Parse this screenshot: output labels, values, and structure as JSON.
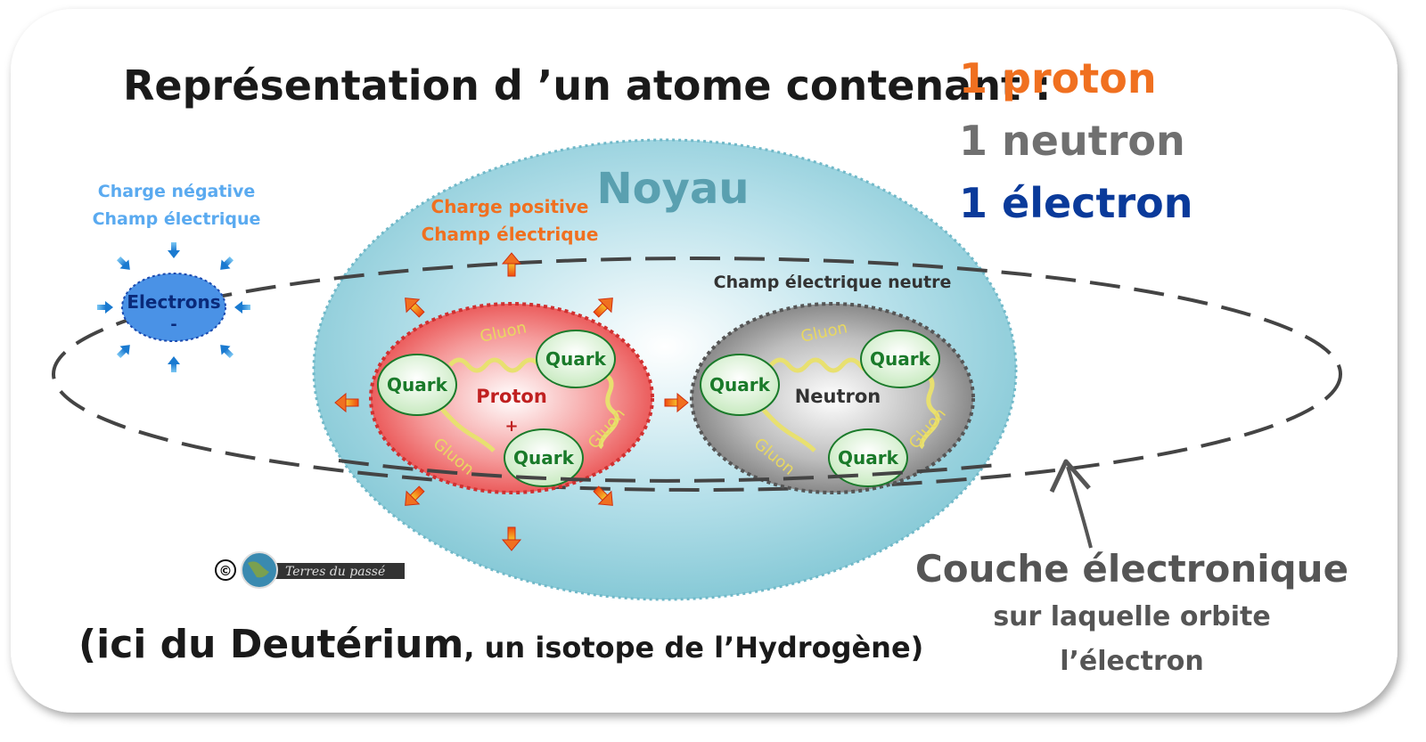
{
  "title": "Représentation d ’un atome contenant :",
  "counts": {
    "proton": "1 proton",
    "neutron": "1 neutron",
    "electron": "1 électron"
  },
  "nucleus": {
    "label": "Noyau"
  },
  "electron": {
    "charge": "Charge négative",
    "field": "Champ électrique",
    "label": "Electrons",
    "sign": "-"
  },
  "proton": {
    "charge": "Charge positive",
    "field": "Champ électrique",
    "label": "Proton",
    "sign": "+"
  },
  "neutron": {
    "field": "Champ électrique neutre",
    "label": "Neutron"
  },
  "particles": {
    "quark": "Quark",
    "gluon": "Gluon"
  },
  "credit": {
    "symbol": "©",
    "name": "Terres du passé"
  },
  "shell": {
    "title": "Couche électronique",
    "line1": "sur laquelle orbite",
    "line2": "l’électron"
  },
  "caption": {
    "open": "(ici du ",
    "bold": "Deutérium",
    "rest": ", un isotope de l’Hydrogène)"
  },
  "colors": {
    "orange": "#f07020",
    "gray": "#707070",
    "blue": "#0a3a9a",
    "lightblue": "#4aa0e0",
    "teal": "#5aa0b0",
    "green": "#1a7a2a"
  }
}
